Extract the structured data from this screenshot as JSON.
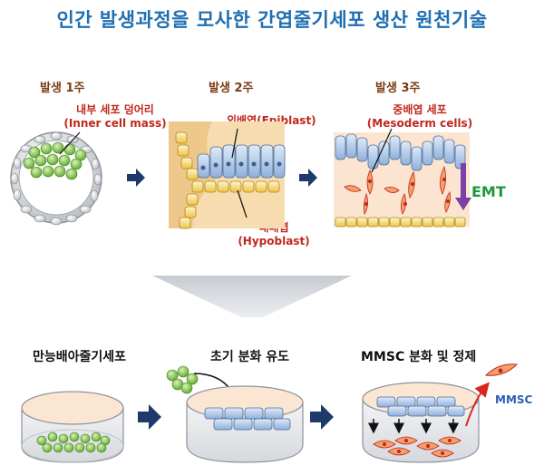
{
  "title": "인간 발생과정을 모사한 간엽줄기세포 생산 원천기술",
  "stages": [
    {
      "label": "발생 1주",
      "annotation_ko": "내부 세포 덩어리",
      "annotation_en": "(Inner cell mass)"
    },
    {
      "label": "발생 2주",
      "annotation_top": "외배엽(Epiblast)",
      "annotation_bottom_ko": "내배엽",
      "annotation_bottom_en": "(Hypoblast)"
    },
    {
      "label": "발생 3주",
      "annotation_ko": "중배엽 세포",
      "annotation_en": "(Mesoderm cells)",
      "transition": "EMT"
    }
  ],
  "steps": [
    {
      "label": "만능배아줄기세포"
    },
    {
      "label": "초기 분화 유도"
    },
    {
      "label": "MMSC 분화 및 정제",
      "product": "MMSC"
    }
  ],
  "colors": {
    "title": "#1f6fb2",
    "stage_label": "#7a3b12",
    "annotation": "#c0281e",
    "emt_arrow": "#7b3fa8",
    "emt_text": "#1a9a3a",
    "navy_arrow": "#1d3a6b",
    "epiblast_cell": "#a9c4e6",
    "hypoblast_cell": "#f2d06b",
    "mesoderm_cell": "#f4a06a",
    "esc_cell": "#7dc24a"
  }
}
